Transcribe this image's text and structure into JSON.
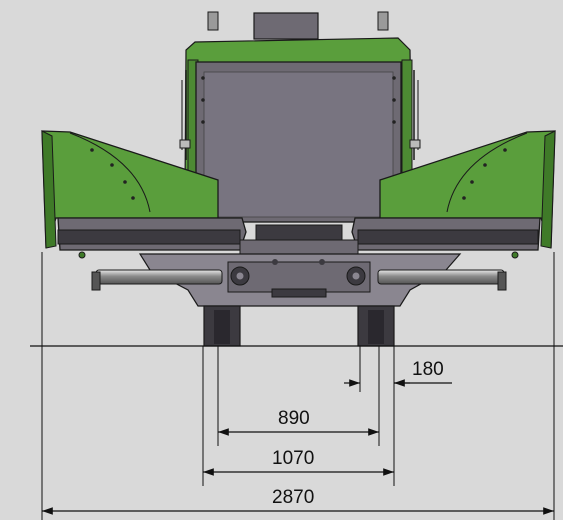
{
  "colors": {
    "background": "#d9d9d9",
    "hopper_green": "#5a9e3c",
    "hopper_green_dark": "#3f7a28",
    "body_gray": "#6e6a73",
    "body_gray_light": "#8a8690",
    "dark_gray": "#3c3a40",
    "outline": "#1a1a1a"
  },
  "dimensions": {
    "track_width": "180",
    "inner_track_gauge": "890",
    "outer_track_gauge": "1070",
    "overall_width": "2870"
  }
}
